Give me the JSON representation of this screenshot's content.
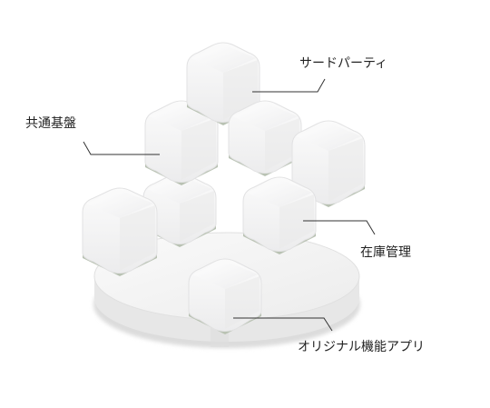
{
  "labels": {
    "third_party": "サードパーティ",
    "common_platform": "共通基盤",
    "inventory": "在庫管理",
    "original_apps": "オリジナル機能アプリ"
  },
  "colors": {
    "platform_top": "#f3f3f3",
    "platform_edge": "#e4e4e4",
    "cube_top": "#f6f6f6",
    "cube_side": "#e9e9ea",
    "cube_front": "#f1f1f2",
    "cube_base": "#b9c2b3",
    "leader_line": "#333333",
    "text": "#222222"
  }
}
